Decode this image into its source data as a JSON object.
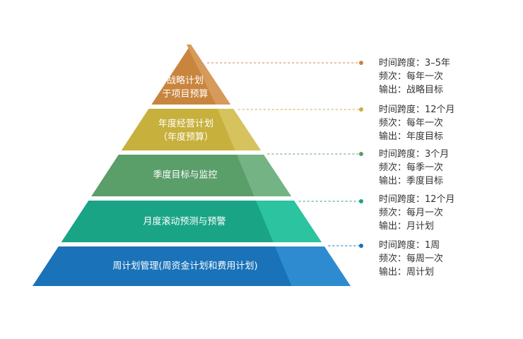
{
  "layers": [
    {
      "title_lines": [
        "战略计划",
        "于项目预算"
      ],
      "color": "#c9853e",
      "shade": "#d69a5a",
      "info": {
        "span": "时间跨度：3–5年",
        "freq": "频次：每年一次",
        "output": "输出：战略目标"
      }
    },
    {
      "title_lines": [
        "年度经营计划",
        "（年度预算）"
      ],
      "color": "#c7b03c",
      "shade": "#d6c35e",
      "info": {
        "span": "时间跨度：12个月",
        "freq": "频次：每年一次",
        "output": "输出：年度目标"
      }
    },
    {
      "title_lines": [
        "季度目标与监控"
      ],
      "color": "#5a9e6a",
      "shade": "#74b383",
      "info": {
        "span": "时间跨度：3个月",
        "freq": "频次：每季一次",
        "output": "输出：季度目标"
      }
    },
    {
      "title_lines": [
        "月度滚动预测与预警"
      ],
      "color": "#1aa486",
      "shade": "#2cc3a0",
      "info": {
        "span": "时间跨度：12个月",
        "freq": "频次：每月一次",
        "output": "输出：月计划"
      }
    },
    {
      "title_lines": [
        "周计划管理(周资金计划和费用计划)"
      ],
      "color": "#1a72b8",
      "shade": "#2e8bd0",
      "info": {
        "span": "时间跨度：1周",
        "freq": "频次：每周一次",
        "output": "输出：周计划"
      }
    }
  ]
}
